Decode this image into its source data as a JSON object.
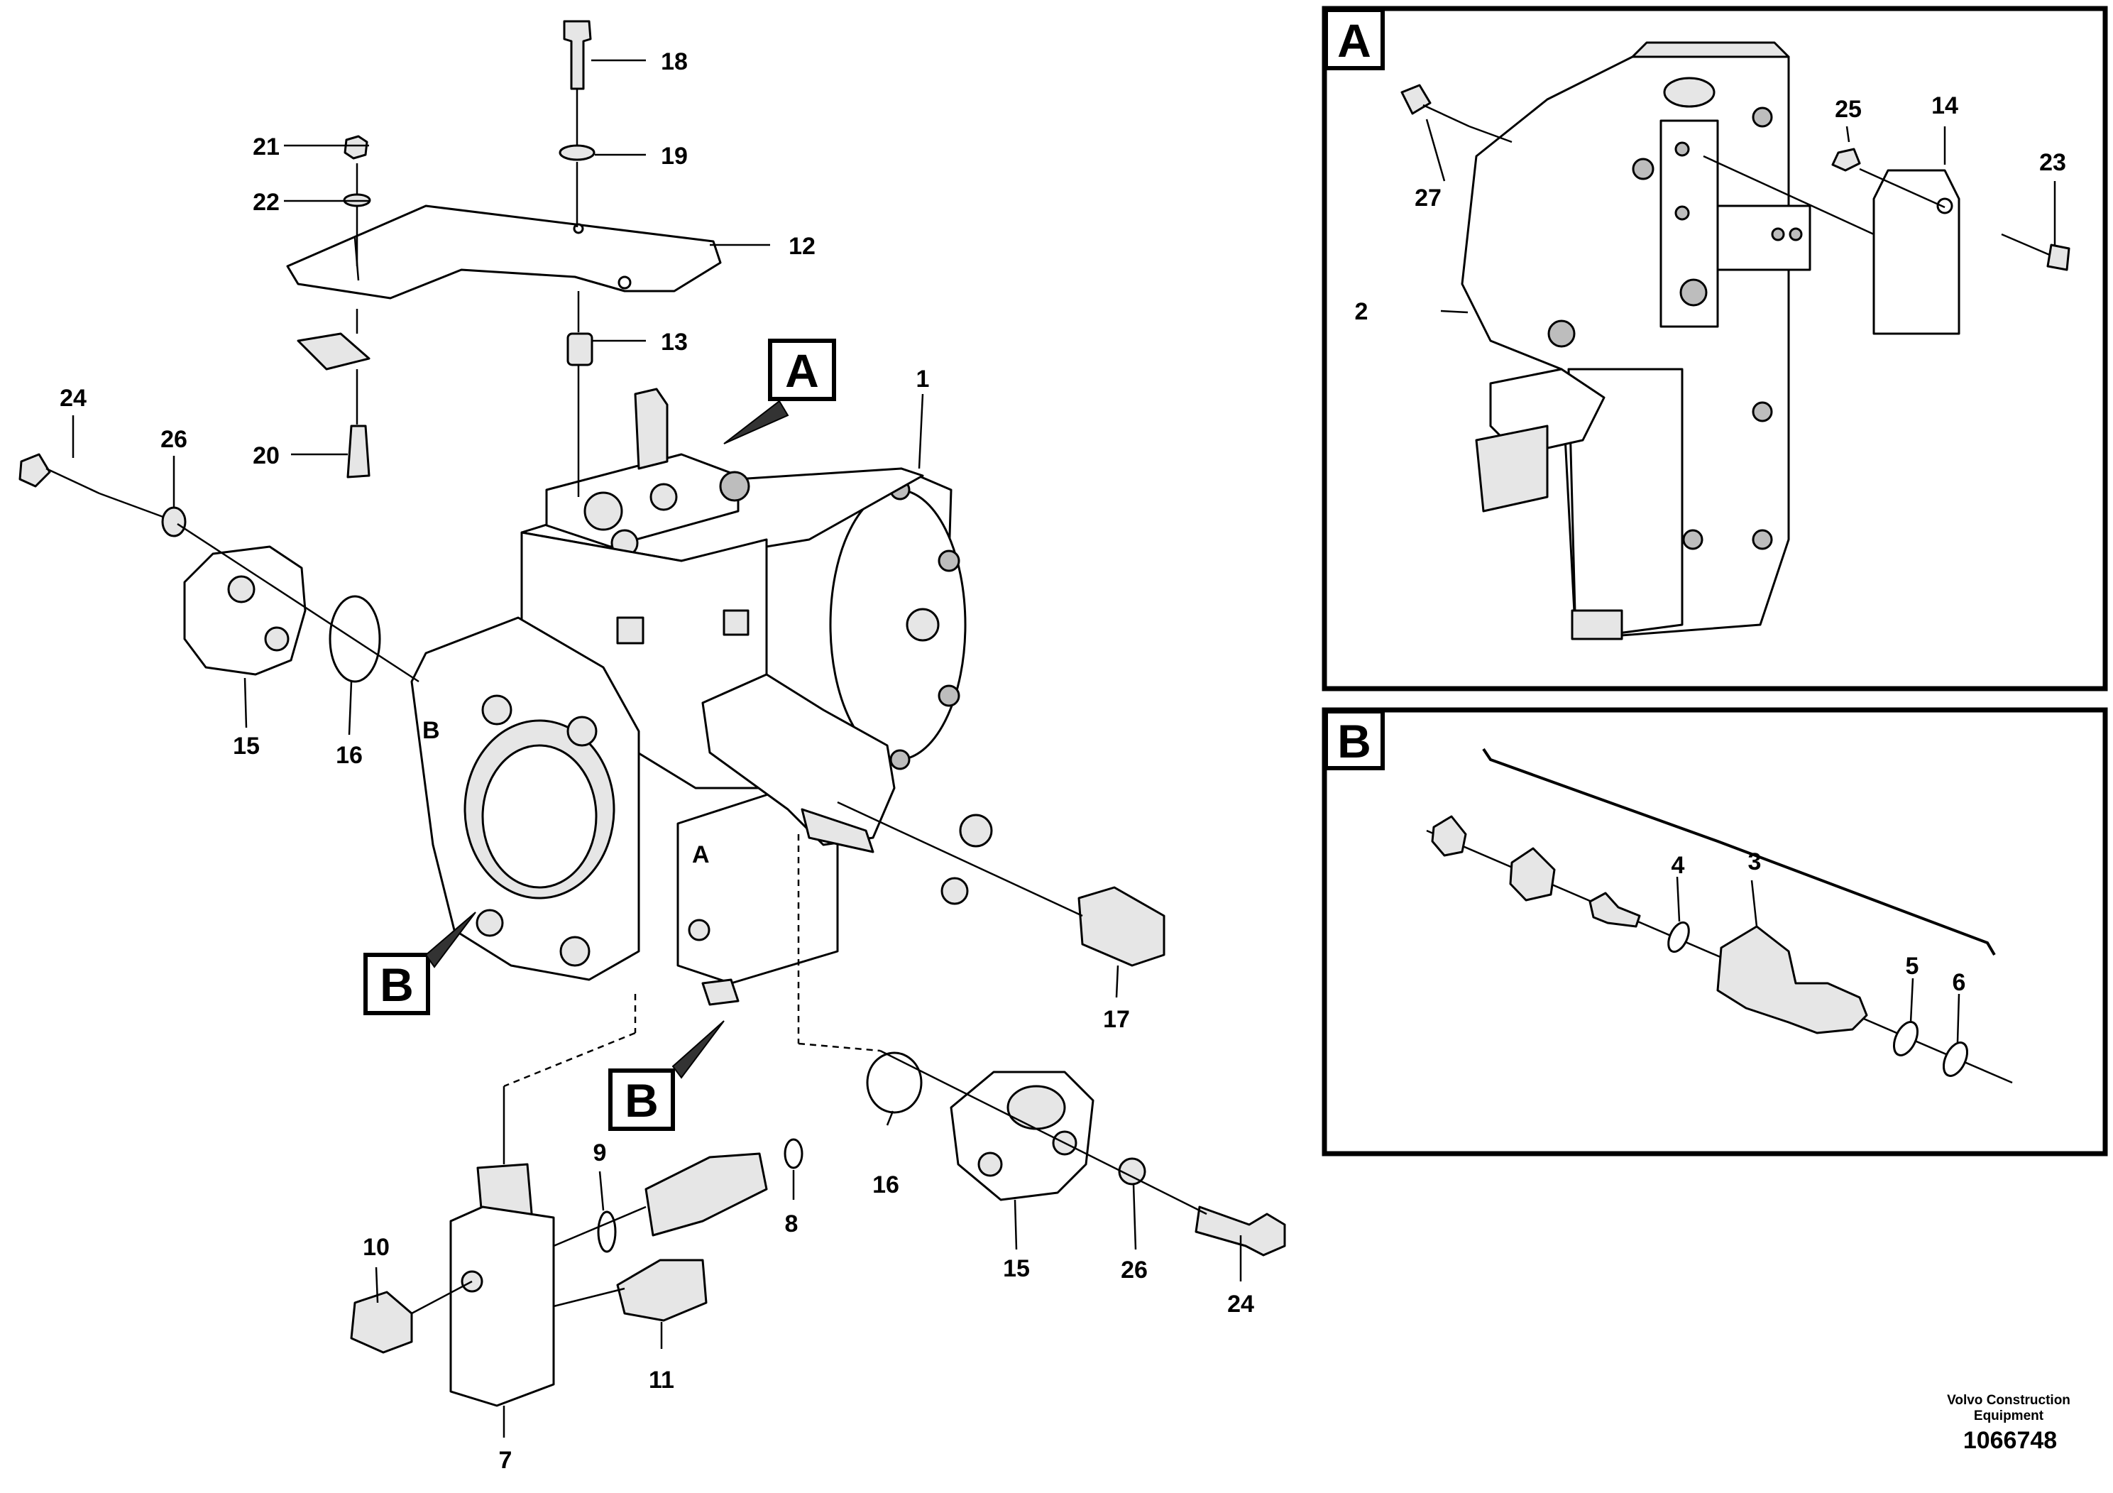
{
  "callouts": {
    "c1": "1",
    "c2": "2",
    "c3": "3",
    "c4": "4",
    "c5": "5",
    "c6": "6",
    "c7": "7",
    "c8": "8",
    "c9": "9",
    "c10": "10",
    "c11": "11",
    "c12": "12",
    "c13": "13",
    "c14": "14",
    "c15a": "15",
    "c15b": "15",
    "c16a": "16",
    "c16b": "16",
    "c17": "17",
    "c18": "18",
    "c19": "19",
    "c20": "20",
    "c21": "21",
    "c22": "22",
    "c23": "23",
    "c24a": "24",
    "c24b": "24",
    "c25": "25",
    "c26a": "26",
    "c26b": "26",
    "c27": "27"
  },
  "view_tags": {
    "main_a": "A",
    "main_b_left": "B",
    "main_b_bottom": "B",
    "panel_a": "A",
    "panel_b": "B"
  },
  "credit": {
    "line1": "Volvo Construction",
    "line2": "Equipment",
    "doc_number": "1066748"
  },
  "colors": {
    "line": "#000000",
    "background": "#ffffff",
    "shade": "#e6e6e6"
  }
}
